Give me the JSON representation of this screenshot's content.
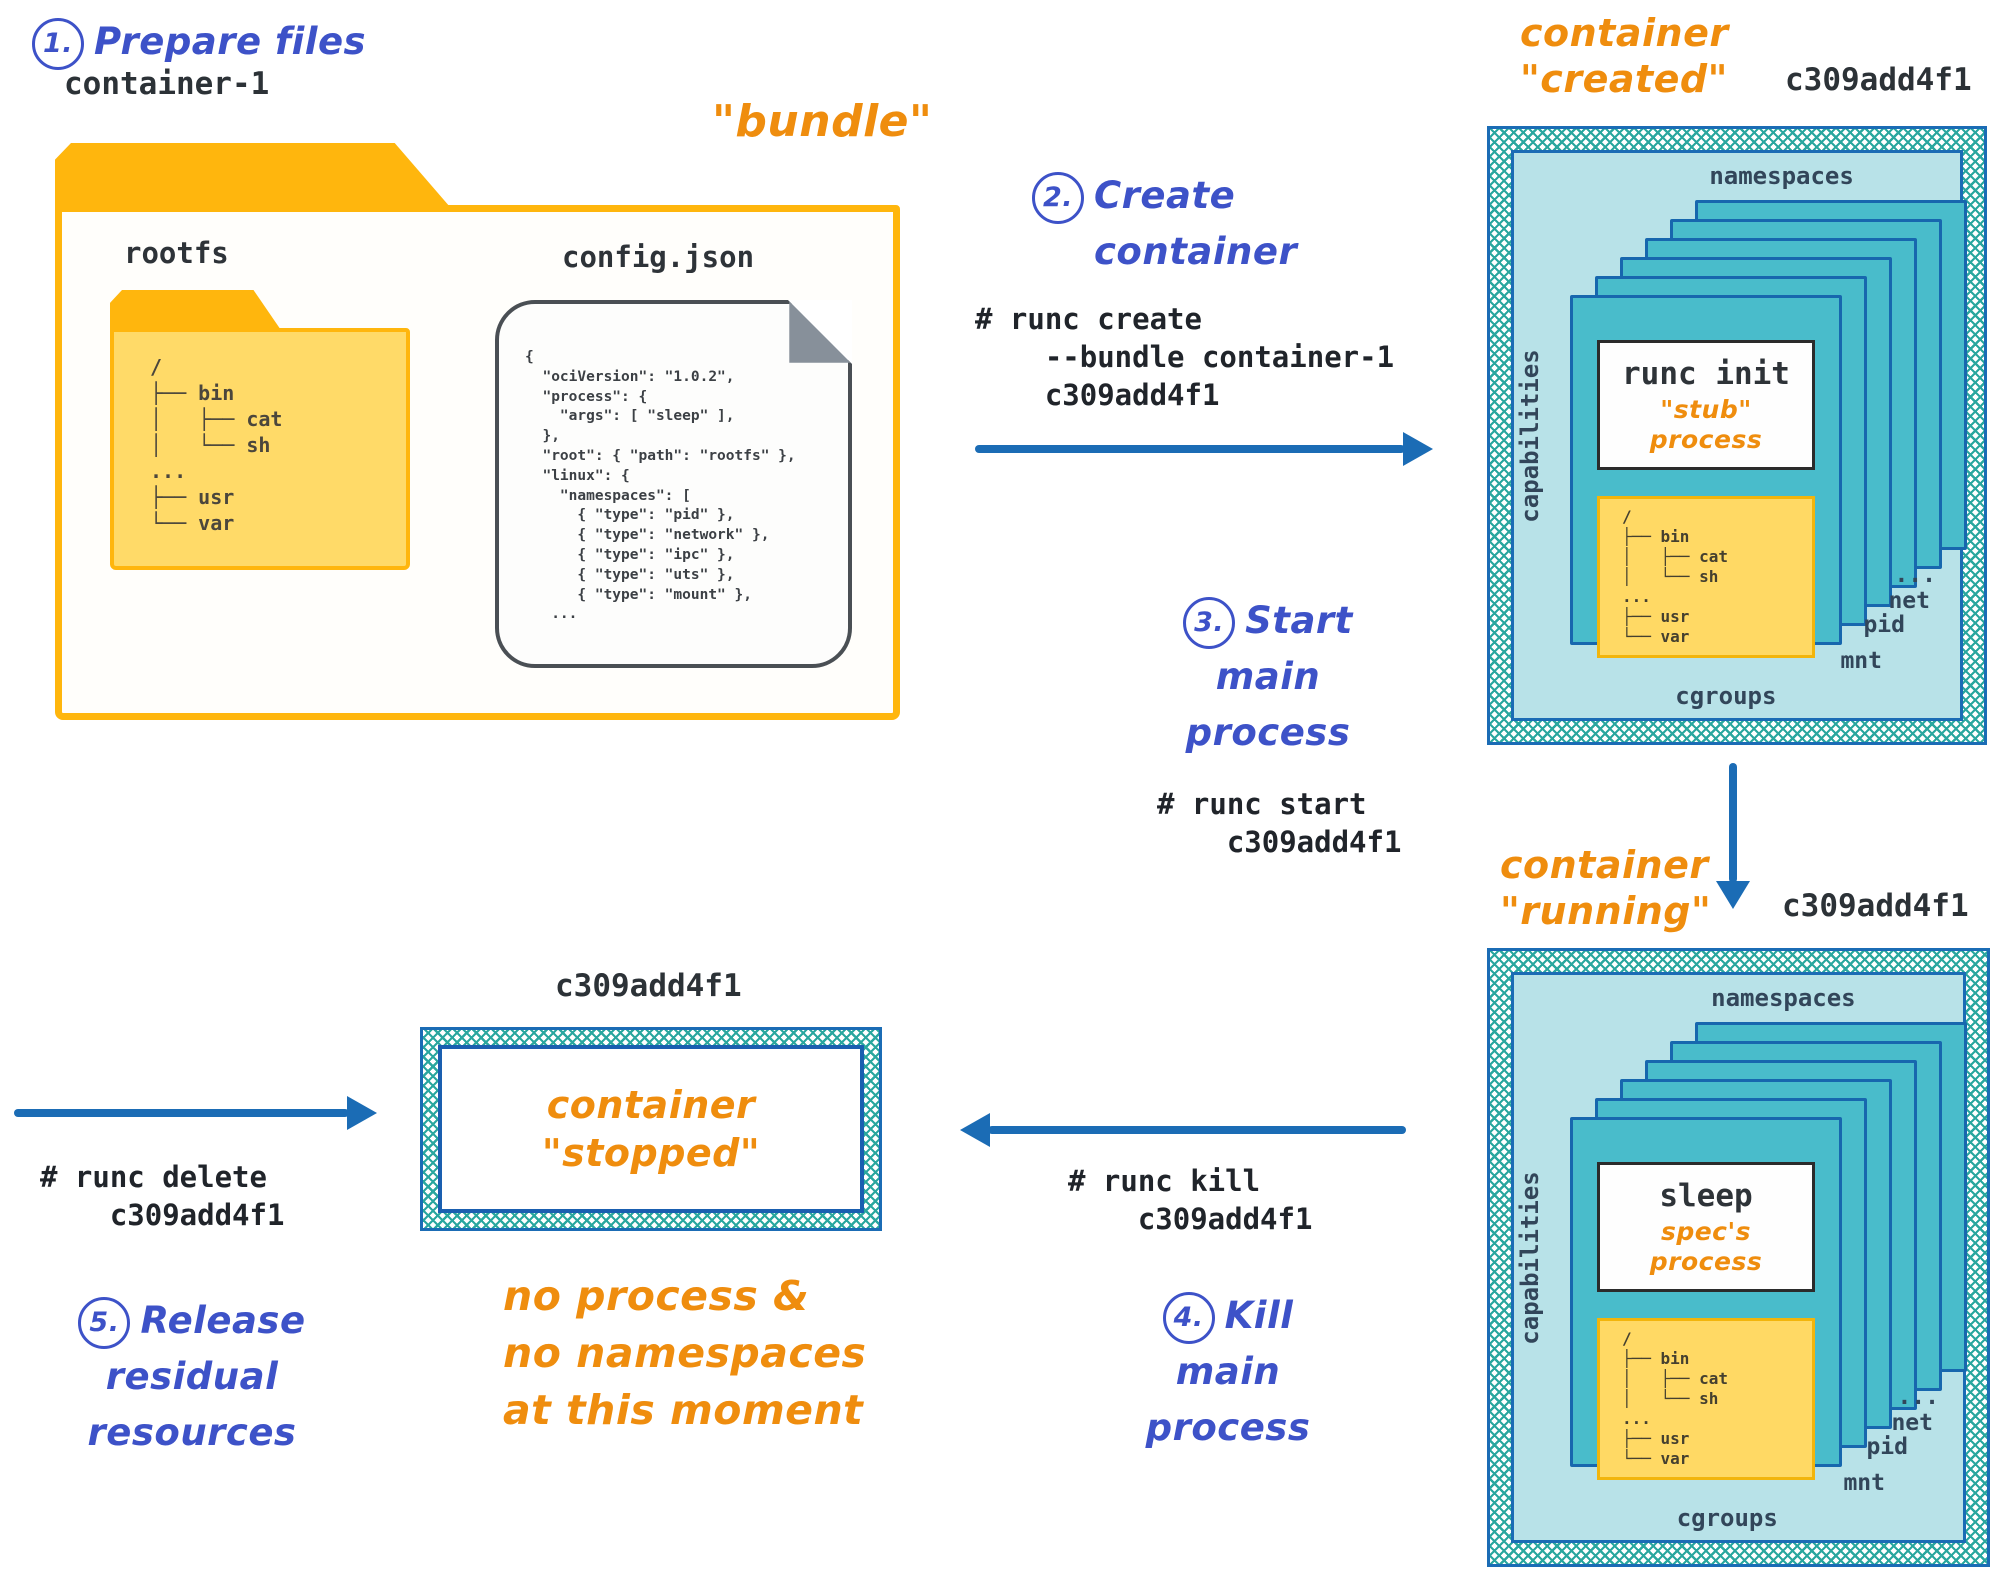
{
  "fs_tree": "/\n├── bin\n│   ├── cat\n│   └── sh\n...\n├── usr\n└── var",
  "colors": {
    "handwriting_blue": "#3d52c8",
    "handwriting_orange": "#ef8d0e",
    "arrow_blue": "#1b6cb5",
    "folder_amber": "#ffb60d",
    "folder_light_yellow": "#ffda68",
    "namespace_teal": "#49bccb",
    "container_light_cyan": "#b8e2e8",
    "hatch_teal": "#2aa79f"
  },
  "step1": {
    "num": "1.",
    "label": "Prepare files"
  },
  "step2": {
    "num": "2.",
    "line1": "Create",
    "line2": "container",
    "command": "# runc create\n    --bundle container-1\n    c309add4f1"
  },
  "step3": {
    "num": "3.",
    "line1": "Start",
    "line2": "main",
    "line3": "process",
    "command": "# runc start\n    c309add4f1"
  },
  "step4": {
    "num": "4.",
    "line1": "Kill",
    "line2": "main",
    "line3": "process",
    "command": "# runc kill\n    c309add4f1"
  },
  "step5": {
    "num": "5.",
    "line1": "Release",
    "line2": "residual",
    "line3": "resources",
    "command": "# runc delete\n    c309add4f1"
  },
  "bundle": {
    "folder_title": "container-1",
    "annotation": "\"bundle\"",
    "rootfs_label": "rootfs",
    "config_label": "config.json",
    "config_json": "{\n  \"ociVersion\": \"1.0.2\",\n  \"process\": {\n    \"args\": [ \"sleep\" ],\n  },\n  \"root\": { \"path\": \"rootfs\" },\n  \"linux\": {\n    \"namespaces\": [\n      { \"type\": \"pid\" },\n      { \"type\": \"network\" },\n      { \"type\": \"ipc\" },\n      { \"type\": \"uts\" },\n      { \"type\": \"mount\" },\n   ..."
  },
  "created": {
    "state_line1": "container",
    "state_line2": "\"created\"",
    "id": "c309add4f1",
    "namespaces_label": "namespaces",
    "capabilities_label": "capabilities",
    "cgroups_label": "cgroups",
    "process_name": "runc init",
    "process_note": "\"stub\" process",
    "ns_more": "...",
    "ns_net": "net",
    "ns_pid": "pid",
    "ns_mnt": "mnt"
  },
  "running": {
    "state_line1": "container",
    "state_line2": "\"running\"",
    "id": "c309add4f1",
    "namespaces_label": "namespaces",
    "capabilities_label": "capabilities",
    "cgroups_label": "cgroups",
    "process_name": "sleep",
    "process_note": "spec's process",
    "ns_more": "...",
    "ns_net": "net",
    "ns_pid": "pid",
    "ns_mnt": "mnt"
  },
  "stopped": {
    "id": "c309add4f1",
    "state_line1": "container",
    "state_line2": "\"stopped\"",
    "note1": "no process &",
    "note2": "no namespaces",
    "note3": "at this moment"
  }
}
